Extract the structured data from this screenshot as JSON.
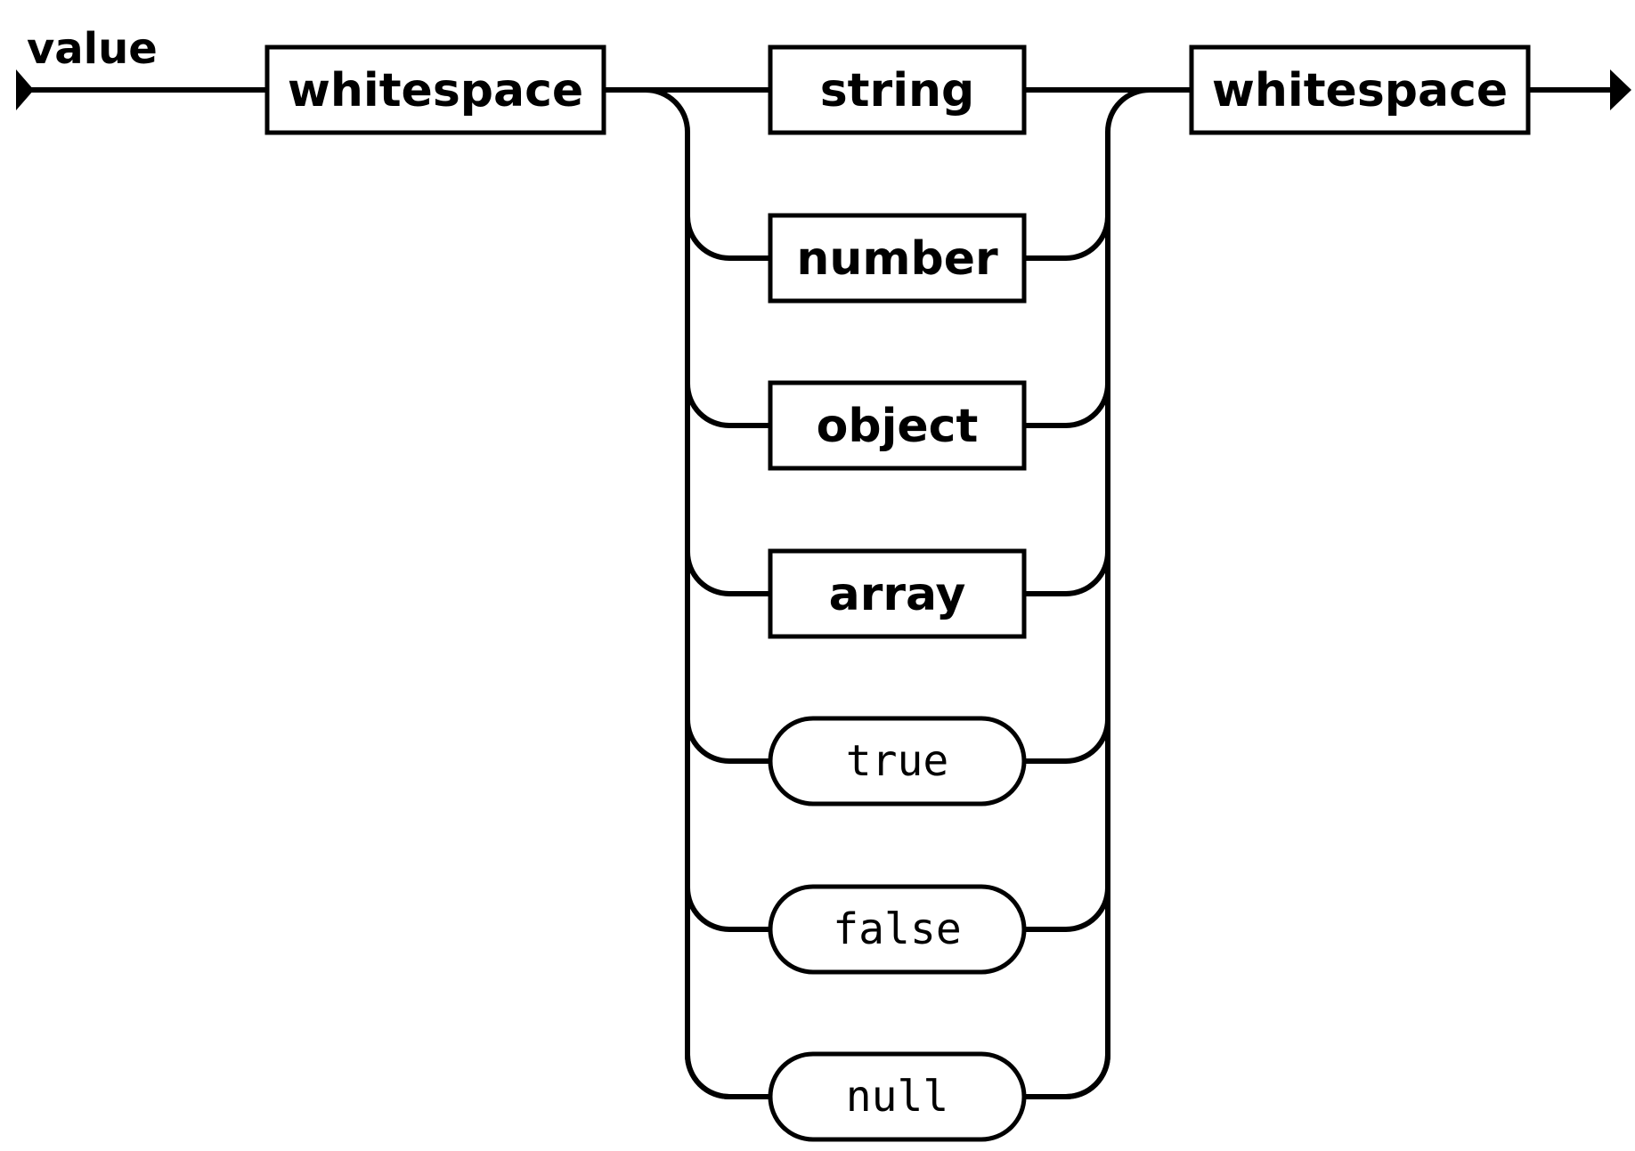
{
  "diagram": {
    "title": "value",
    "leading": "whitespace",
    "trailing": "whitespace",
    "choices": [
      {
        "label": "string",
        "kind": "nonterminal"
      },
      {
        "label": "number",
        "kind": "nonterminal"
      },
      {
        "label": "object",
        "kind": "nonterminal"
      },
      {
        "label": "array",
        "kind": "nonterminal"
      },
      {
        "label": "true",
        "kind": "terminal"
      },
      {
        "label": "false",
        "kind": "terminal"
      },
      {
        "label": "null",
        "kind": "terminal"
      }
    ]
  },
  "colors": {
    "stroke": "#000000",
    "background": "#ffffff"
  },
  "icons": {
    "start": "start-marker-icon",
    "end": "arrow-right-icon"
  }
}
